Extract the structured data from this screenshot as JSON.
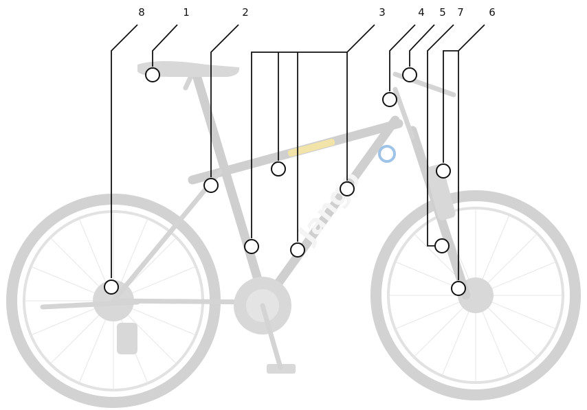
{
  "callouts": [
    {
      "label": "8"
    },
    {
      "label": "1"
    },
    {
      "label": "2"
    },
    {
      "label": "3"
    },
    {
      "label": "4"
    },
    {
      "label": "5"
    },
    {
      "label": "7"
    },
    {
      "label": "6"
    }
  ],
  "brand_text": "Jango",
  "colors": {
    "line": "#111111",
    "bike_grey": "#d2d2d2",
    "accent_yellow": "#f2e3a8",
    "accent_blue": "#9fc3e6"
  }
}
